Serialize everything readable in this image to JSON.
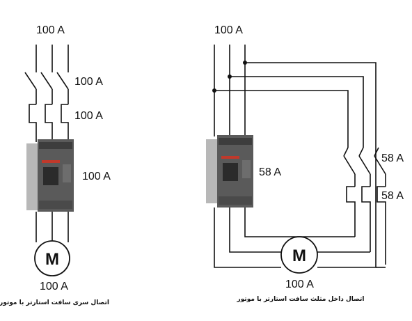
{
  "colors": {
    "wire": "#111111",
    "starter_body": "#5a5a5a",
    "starter_accent": "#c0392b",
    "starter_side": "#b8b8b8"
  },
  "left_diagram": {
    "supply_label": "100 A",
    "switch_label": "100 A",
    "fuse_label": "100 A",
    "starter_label": "100 A",
    "motor_symbol": "M",
    "motor_label": "100 A",
    "caption": "اتصال سری سافت استارتر با موتور"
  },
  "right_diagram": {
    "supply_label": "100 A",
    "starter_label": "58 A",
    "switch_label": "58 A",
    "fuse_label": "58 A",
    "motor_symbol": "M",
    "motor_label": "100 A",
    "caption": "اتصال داخل مثلث سافت استارتر با موتور"
  },
  "icons": [
    "soft-starter-icon",
    "motor-icon",
    "switch-icon",
    "fuse-icon",
    "junction-dot-icon"
  ]
}
